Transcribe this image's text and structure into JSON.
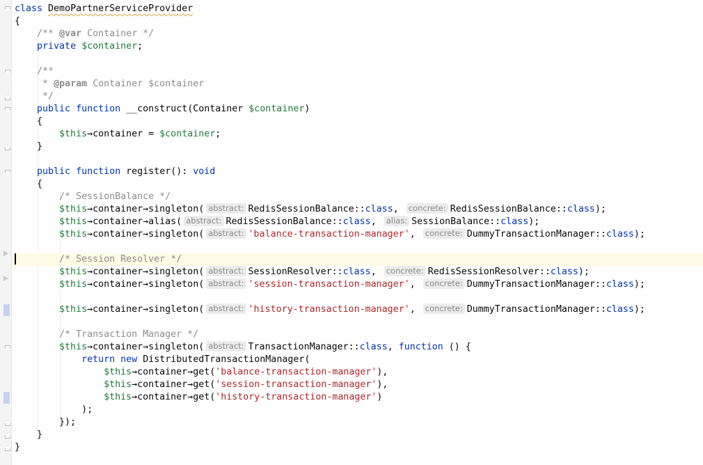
{
  "editor": {
    "language": "PHP",
    "tokens": {
      "class": "class",
      "class_name": "DemoPartnerServiceProvider",
      "open_brace": "{",
      "close_brace": "}",
      "doc_var_open": "/** ",
      "doc_var_tag": "@var",
      "doc_var_rest": " Container */",
      "private": "private",
      "container_var": "$container",
      "semicolon": ";",
      "doc_open": "/**",
      "doc_param_prefix": " * ",
      "doc_param_tag": "@param",
      "doc_param_rest": " Container $container",
      "doc_close": " */",
      "public": "public",
      "function": "function",
      "construct": "__construct(Container ",
      "construct_end": ")",
      "this": "$this",
      "arrow_container": "→container",
      "assign": " = ",
      "register": "register(): ",
      "void": "void",
      "comment_balance": "/* SessionBalance */",
      "comment_resolver": "/* Session Resolver */",
      "comment_tm": "/* Transaction Manager */",
      "singleton": "→singleton(",
      "alias": "→alias(",
      "get": "→get(",
      "dcolon": "::",
      "class_kw": "class",
      "close_call": ");",
      "comma_sp": ", ",
      "comma": ",",
      "redis_balance": "RedisSessionBalance",
      "session_balance": "SessionBalance",
      "dummy_tm": "DummyTransactionManager",
      "session_resolver": "SessionResolver",
      "redis_resolver": "RedisSessionResolver",
      "transaction_manager": "TransactionManager",
      "distributed_tm": "DistributedTransactionManager(",
      "return": "return",
      "new": "new",
      "str_balance": "'balance-transaction-manager'",
      "str_session": "'session-transaction-manager'",
      "str_history": "'history-transaction-manager'",
      "closure_open": " () {",
      "close_paren_comma": "),",
      "close_paren": ")",
      "close_paren_semi": ");",
      "closure_close": "});"
    },
    "hints": {
      "abstract": "abstract:",
      "concrete": "concrete:",
      "alias": "alias:"
    }
  }
}
